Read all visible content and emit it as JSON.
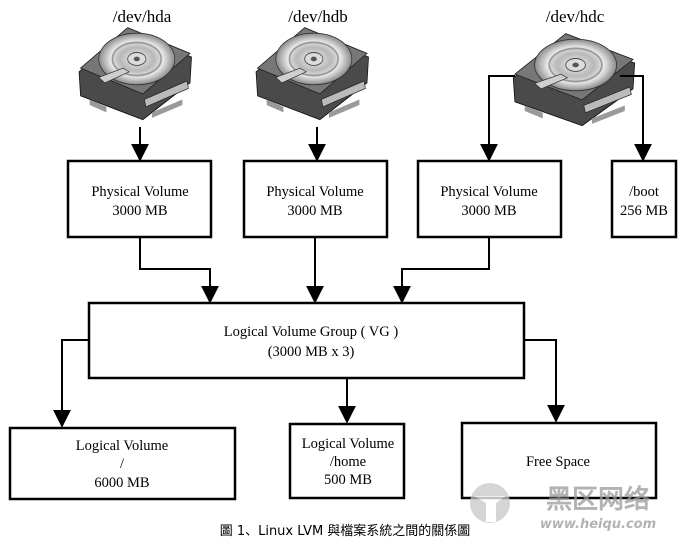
{
  "disks": [
    {
      "label": "/dev/hda"
    },
    {
      "label": "/dev/hdb"
    },
    {
      "label": "/dev/hdc"
    }
  ],
  "physical_volumes": [
    {
      "title": "Physical Volume",
      "size": "3000 MB"
    },
    {
      "title": "Physical Volume",
      "size": "3000 MB"
    },
    {
      "title": "Physical Volume",
      "size": "3000 MB"
    }
  ],
  "boot": {
    "title": "/boot",
    "size": "256 MB"
  },
  "volume_group": {
    "title": "Logical Volume Group ( VG )",
    "size": "(3000 MB x 3)"
  },
  "logical_volumes": [
    {
      "title": "Logical Volume",
      "mount": "/",
      "size": "6000 MB"
    },
    {
      "title": "Logical Volume",
      "mount": "/home",
      "size": "500 MB"
    }
  ],
  "free_space": {
    "title": "Free Space"
  },
  "caption": "圖 1、Linux LVM 與檔案系統之間的關係圖",
  "watermark": {
    "brand": "黑区网络",
    "url": "www.heiqu.com"
  },
  "colors": {
    "line": "#000000",
    "disk_dark": "#333333",
    "watermark": "#b0b0b0"
  }
}
